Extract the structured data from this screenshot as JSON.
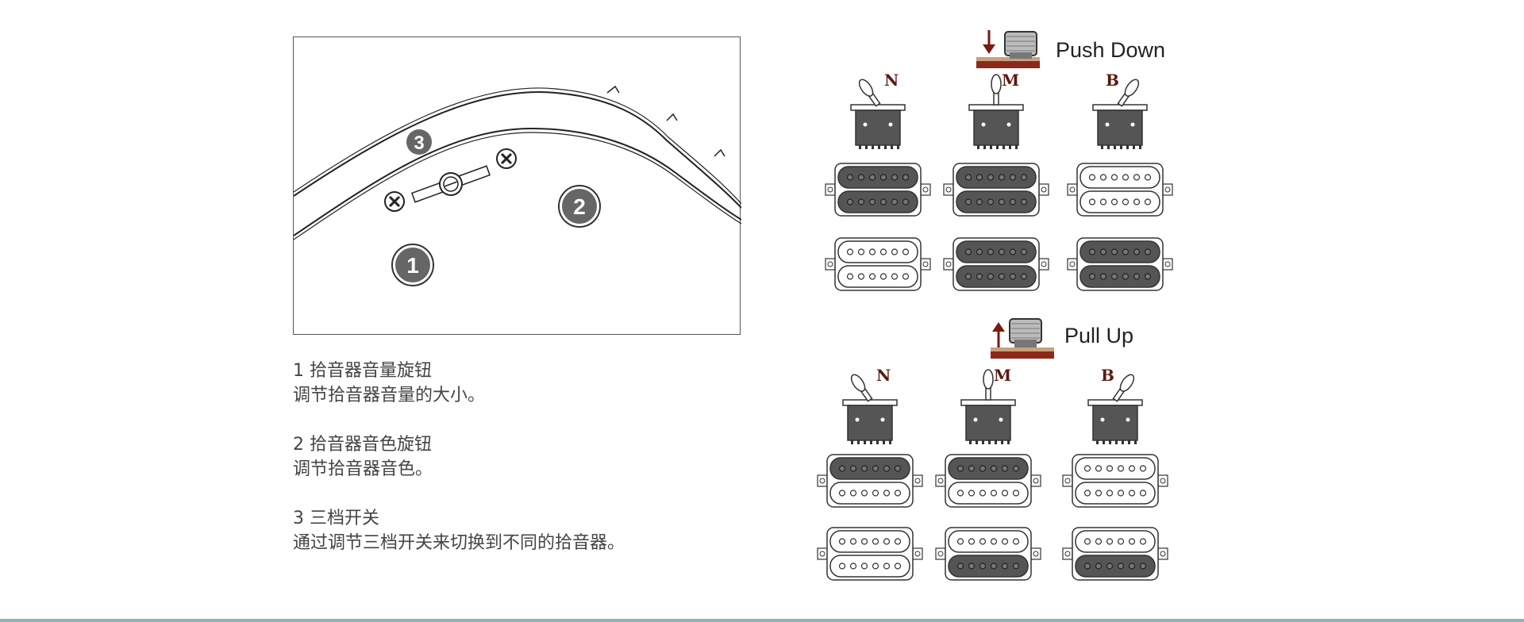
{
  "legend": [
    {
      "number": "1",
      "title": "拾音器音量旋钮",
      "desc": "调节拾音器音量的大小。"
    },
    {
      "number": "2",
      "title": "拾音器音色旋钮",
      "desc": "调节拾音器音色。"
    },
    {
      "number": "3",
      "title": "三档开关",
      "desc": "通过调节三档开关来切换到不同的拾音器。"
    }
  ],
  "callouts": {
    "vol": "1",
    "tone": "2",
    "switch": "3"
  },
  "modes": {
    "push": {
      "label": "Push Down",
      "positions": [
        "N",
        "M",
        "B"
      ],
      "pickup_states": {
        "N": [
          [
            "filled",
            "filled"
          ],
          [
            "white",
            "white"
          ]
        ],
        "M": [
          [
            "filled",
            "filled"
          ],
          [
            "filled",
            "filled"
          ]
        ],
        "B": [
          [
            "white",
            "white"
          ],
          [
            "filled",
            "filled"
          ]
        ]
      }
    },
    "pull": {
      "label": "Pull Up",
      "positions": [
        "N",
        "M",
        "B"
      ],
      "pickup_states": {
        "N": [
          [
            "filled",
            "white"
          ],
          [
            "white",
            "white"
          ]
        ],
        "M": [
          [
            "filled",
            "white"
          ],
          [
            "white",
            "filled"
          ]
        ],
        "B": [
          [
            "white",
            "white"
          ],
          [
            "white",
            "filled"
          ]
        ]
      }
    }
  },
  "colors": {
    "coil_fill": "#555555",
    "coil_white": "#ffffff",
    "outline": "#333333",
    "base_red": "#8b2a1a",
    "arrow": "#7a1a10"
  }
}
